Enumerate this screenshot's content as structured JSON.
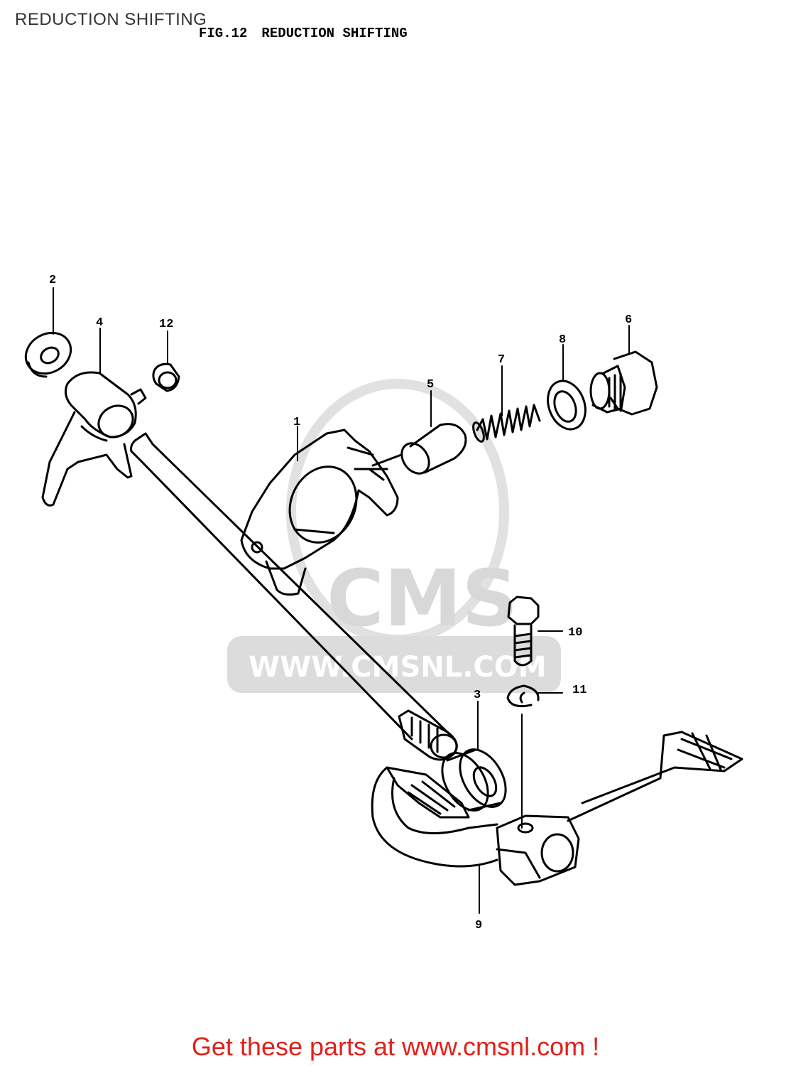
{
  "header": {
    "title": "REDUCTION SHIFTING"
  },
  "figure": {
    "number_label": "FIG.12",
    "title": "REDUCTION SHIFTING"
  },
  "callouts": {
    "c1": "1",
    "c2": "2",
    "c3": "3",
    "c4": "4",
    "c5": "5",
    "c6": "6",
    "c7": "7",
    "c8": "8",
    "c9": "9",
    "c10": "10",
    "c11": "11",
    "c12": "12"
  },
  "watermark": {
    "brand": "CMS",
    "url": "WWW.CMSNL.COM"
  },
  "footer": {
    "link_text": "Get these parts at www.cmsnl.com !"
  },
  "colors": {
    "link": "#e0201b",
    "watermark": "#d6d6d6",
    "ink": "#000000"
  }
}
